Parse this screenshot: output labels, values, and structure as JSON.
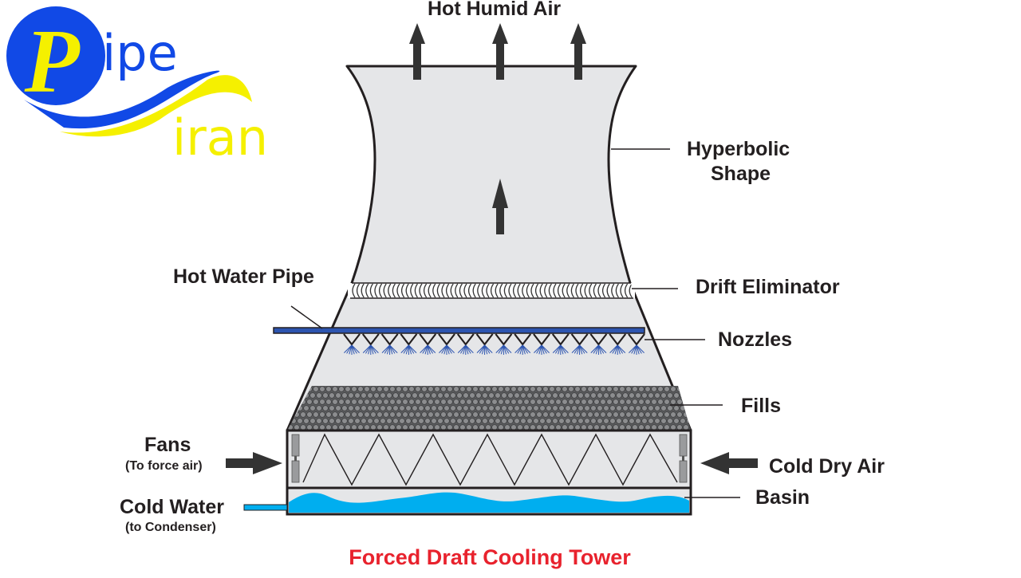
{
  "logo": {
    "letter": "P",
    "word1": "ipe",
    "word2": "iran",
    "colors": {
      "blue": "#1149e6",
      "yellow": "#f5f000"
    }
  },
  "labels": {
    "hot_humid_air": "Hot Humid Air",
    "hyperbolic_line1": "Hyperbolic",
    "hyperbolic_line2": "Shape",
    "hot_water_pipe": "Hot Water Pipe",
    "drift_eliminator": "Drift Eliminator",
    "nozzles": "Nozzles",
    "fills": "Fills",
    "fans": "Fans",
    "fans_sub": "(To force air)",
    "cold_dry_air": "Cold Dry Air",
    "basin": "Basin",
    "cold_water": "Cold Water",
    "cold_water_sub": "(to Condenser)"
  },
  "title": {
    "text": "Forced Draft Cooling Tower",
    "color": "#e8222d"
  },
  "counts": {
    "nozzles": 16,
    "fill_rows": 7
  },
  "colors": {
    "outline": "#231f20",
    "tower_fill": "#e5e6e8",
    "pipe": "#2d55b0",
    "spray": "#2d55b0",
    "water": "#00aeef",
    "fill_cell": "#8c8d8f",
    "fan": "#9a9b9d",
    "text": "#231f20"
  }
}
